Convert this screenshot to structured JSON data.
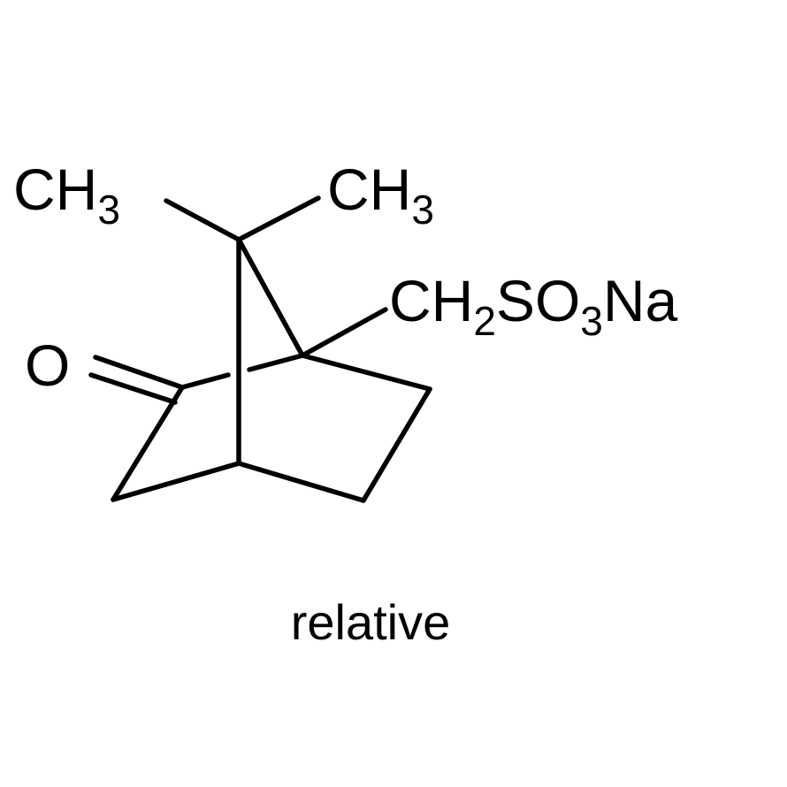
{
  "labels": {
    "methyl_left": {
      "main": "CH",
      "sub": "3"
    },
    "methyl_right": {
      "main": "CH",
      "sub": "3"
    },
    "oxygen": "O",
    "sulfonate": {
      "part1": "CH",
      "sub1": "2",
      "part2": "SO",
      "sub2": "3",
      "part3": "Na"
    }
  },
  "caption": "relative"
}
